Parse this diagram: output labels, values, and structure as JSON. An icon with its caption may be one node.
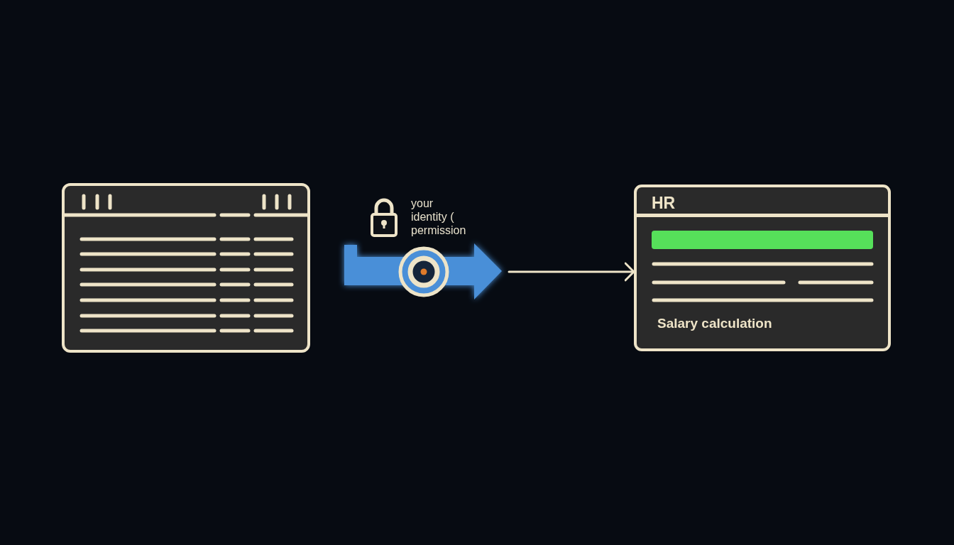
{
  "diagram": {
    "nodes": [
      {
        "text": [],
        "shape": "picture"
      },
      {
        "text": [],
        "shape": "picture",
        "beside": [
          "your identity ( permission"
        ]
      },
      {
        "text": [
          "HR",
          "Salary calculation"
        ]
      }
    ],
    "edges": [
      {
        "from": 1,
        "to": 2,
        "arrow": "to"
      }
    ]
  }
}
